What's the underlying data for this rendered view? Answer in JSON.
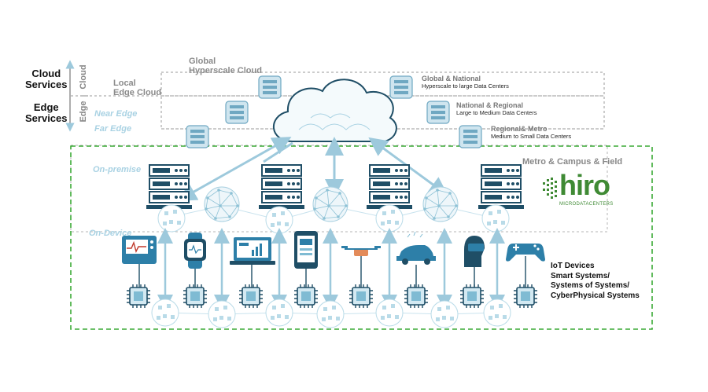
{
  "left_labels": {
    "cloud_services": "Cloud\nServices",
    "edge_services": "Edge\nServices",
    "vertical_cloud": "Cloud",
    "vertical_edge": "Edge"
  },
  "layers": {
    "global": "Global\nHyperscale Cloud",
    "local": "Local\nEdge Cloud",
    "near_edge": "Near Edge",
    "far_edge": "Far Edge",
    "on_premise": "On-premise",
    "on_device": "On-Device"
  },
  "tiers": [
    {
      "title": "Global & National",
      "subtitle": "Hyperscale to large Data Centers"
    },
    {
      "title": "National & Regional",
      "subtitle": "Large to Medium Data Centers"
    },
    {
      "title": "Regional& Metro",
      "subtitle": "Medium to Small Data Centers"
    }
  ],
  "metro_title": "Metro & Campus & Field",
  "brand": {
    "name": "hiro",
    "tagline": "MICRODATACENTERS",
    "color": "#3f8a34"
  },
  "iot_text": [
    "IoT Devices",
    "Smart Systems/",
    "Systems of Systems/",
    "CyberPhysical Systems"
  ],
  "devices": [
    "monitor-icon",
    "smartwatch-icon",
    "laptop-icon",
    "tablet-icon",
    "drone-icon",
    "car-icon",
    "vr-headset-icon",
    "gamepad-icon"
  ],
  "colors": {
    "accent": "#7fbbd3",
    "dark": "#1f4e66",
    "green_border": "#3aaa35",
    "device_blue": "#2d7fa8"
  }
}
